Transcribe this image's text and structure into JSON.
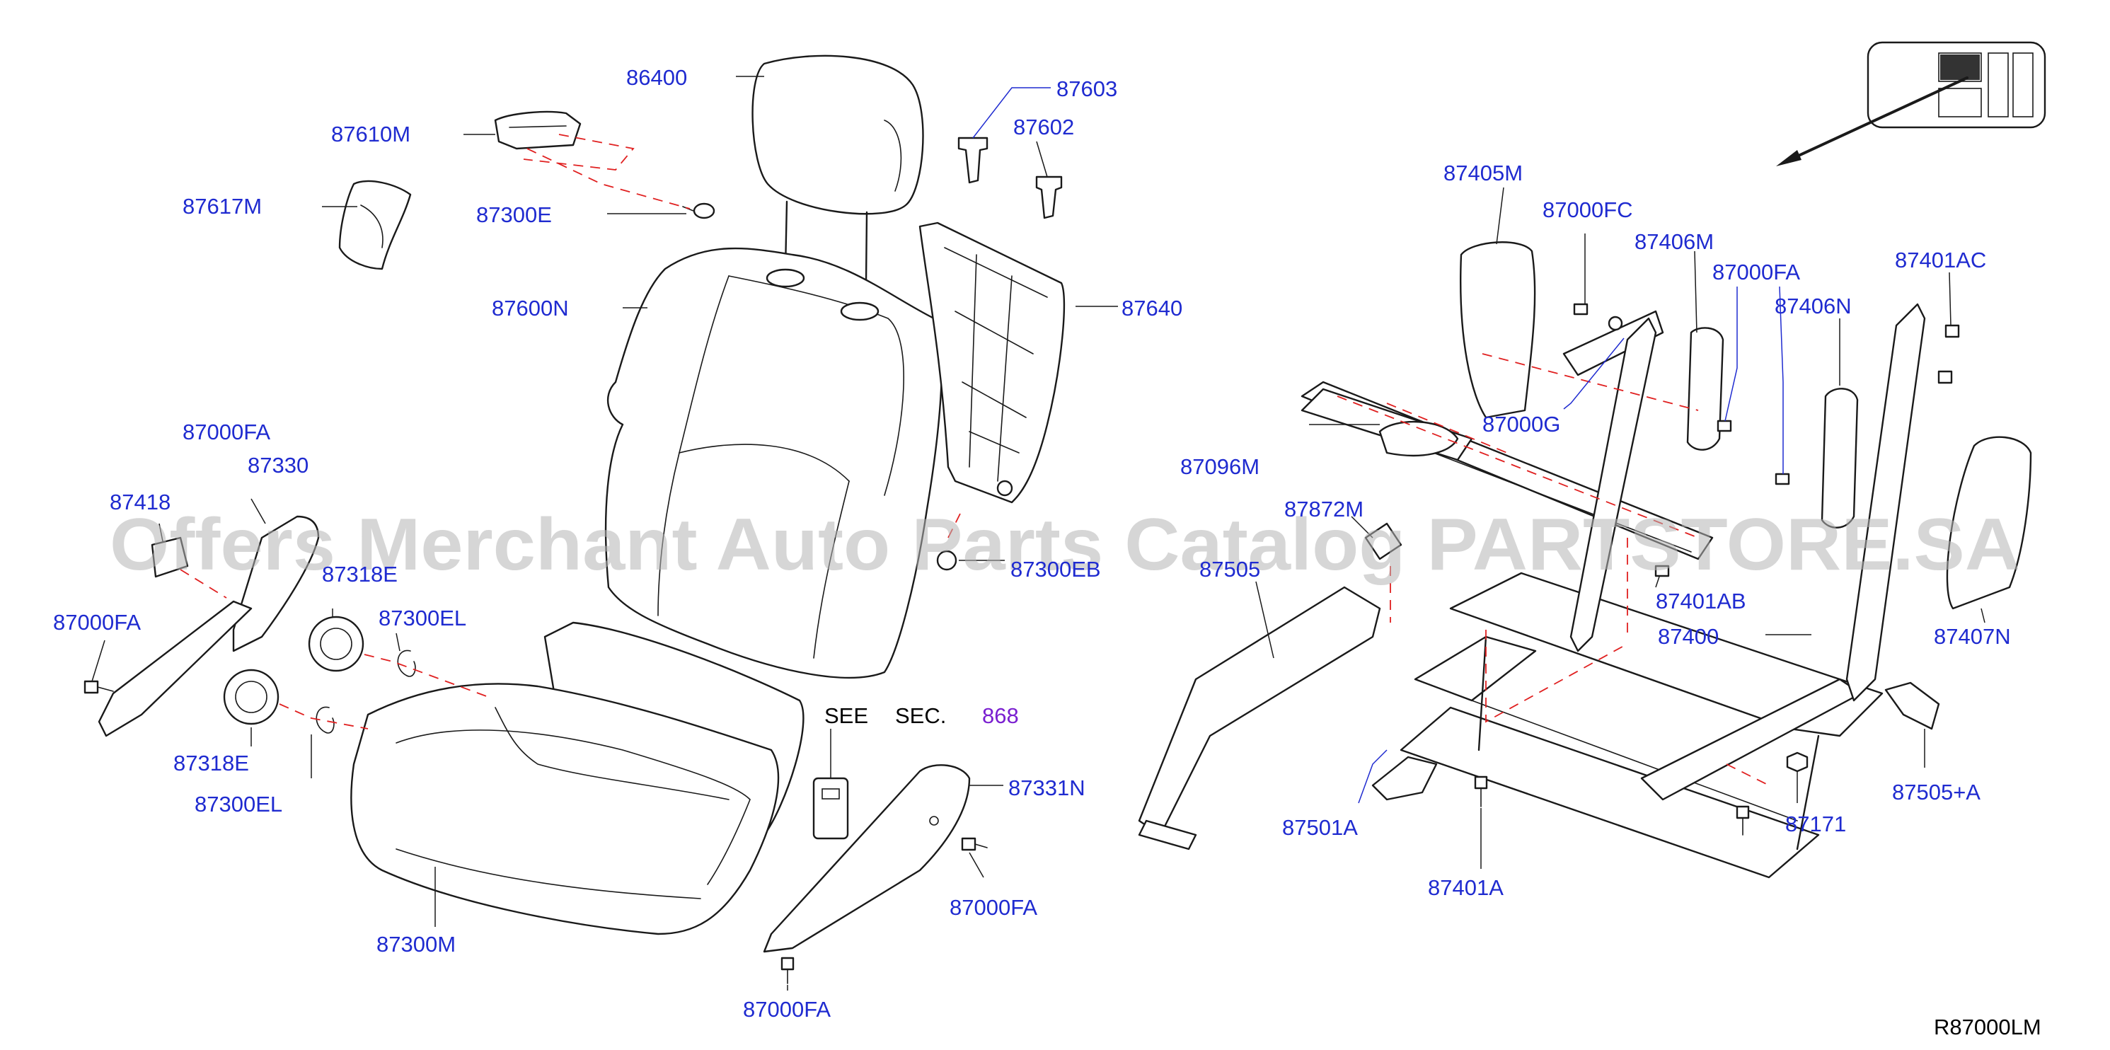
{
  "labels": {
    "p86400": "86400",
    "p87603": "87603",
    "p87602": "87602",
    "p87610M": "87610M",
    "p87617M": "87617M",
    "p87300E": "87300E",
    "p87600N": "87600N",
    "p87640": "87640",
    "p87000FA_a": "87000FA",
    "p87330": "87330",
    "p87418": "87418",
    "p87318E_a": "87318E",
    "p87300EL_a": "87300EL",
    "p87000FA_b": "87000FA",
    "p87318E_b": "87318E",
    "p87300EL_b": "87300EL",
    "p87300EB": "87300EB",
    "p87300M": "87300M",
    "p87331N": "87331N",
    "p87000FA_c": "87000FA",
    "p87000FA_d": "87000FA",
    "p87405M": "87405M",
    "p87000FC": "87000FC",
    "p87406M": "87406M",
    "p87000FA_e": "87000FA",
    "p87401AC": "87401AC",
    "p87406N": "87406N",
    "p87000G": "87000G",
    "p87096M": "87096M",
    "p87872M": "87872M",
    "p87505": "87505",
    "p87401AB": "87401AB",
    "p87400": "87400",
    "p87407N": "87407N",
    "p87501A": "87501A",
    "p87401A": "87401A",
    "p87171": "87171",
    "p87505A": "87505+A",
    "see": "SEE",
    "sec": "SEC.",
    "sec_ref": "868"
  },
  "diagram_code": "R87000LM",
  "watermark": "Offers Merchant Auto Parts Catalog PARTSTORE.SA",
  "colors": {
    "label": "#1f2bd0",
    "link": "#7a1fd0",
    "dashed": "#e02020",
    "watermark": "#b4b4b4"
  },
  "icons": {
    "orientation": "vehicle-location-icon"
  }
}
